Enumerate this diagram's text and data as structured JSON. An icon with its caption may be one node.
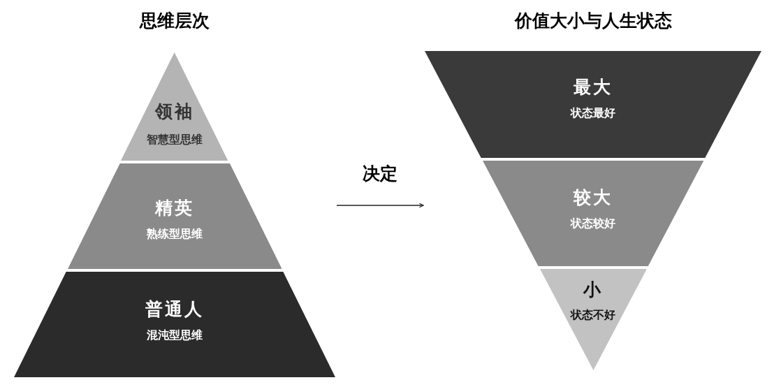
{
  "diagram": {
    "nodes": [
      {
        "text": [
          "思维层次"
        ]
      },
      {
        "text": [
          "领袖",
          "智慧型思维"
        ],
        "in": 0
      },
      {
        "text": [
          "精英",
          "熟练型思维"
        ],
        "in": 0
      },
      {
        "text": [
          "普通人",
          "混沌型思维"
        ],
        "in": 0
      },
      {
        "text": [
          "价值大小与人生状态"
        ]
      },
      {
        "text": [
          "最大",
          "状态最好"
        ],
        "in": 4
      },
      {
        "text": [
          "较大",
          "状态较好"
        ],
        "in": 4
      },
      {
        "text": [
          "小",
          "状态不好"
        ],
        "in": 4
      }
    ],
    "edges": [
      {
        "from": 0,
        "to": 4,
        "arrow": "to",
        "label": "决定"
      }
    ]
  }
}
